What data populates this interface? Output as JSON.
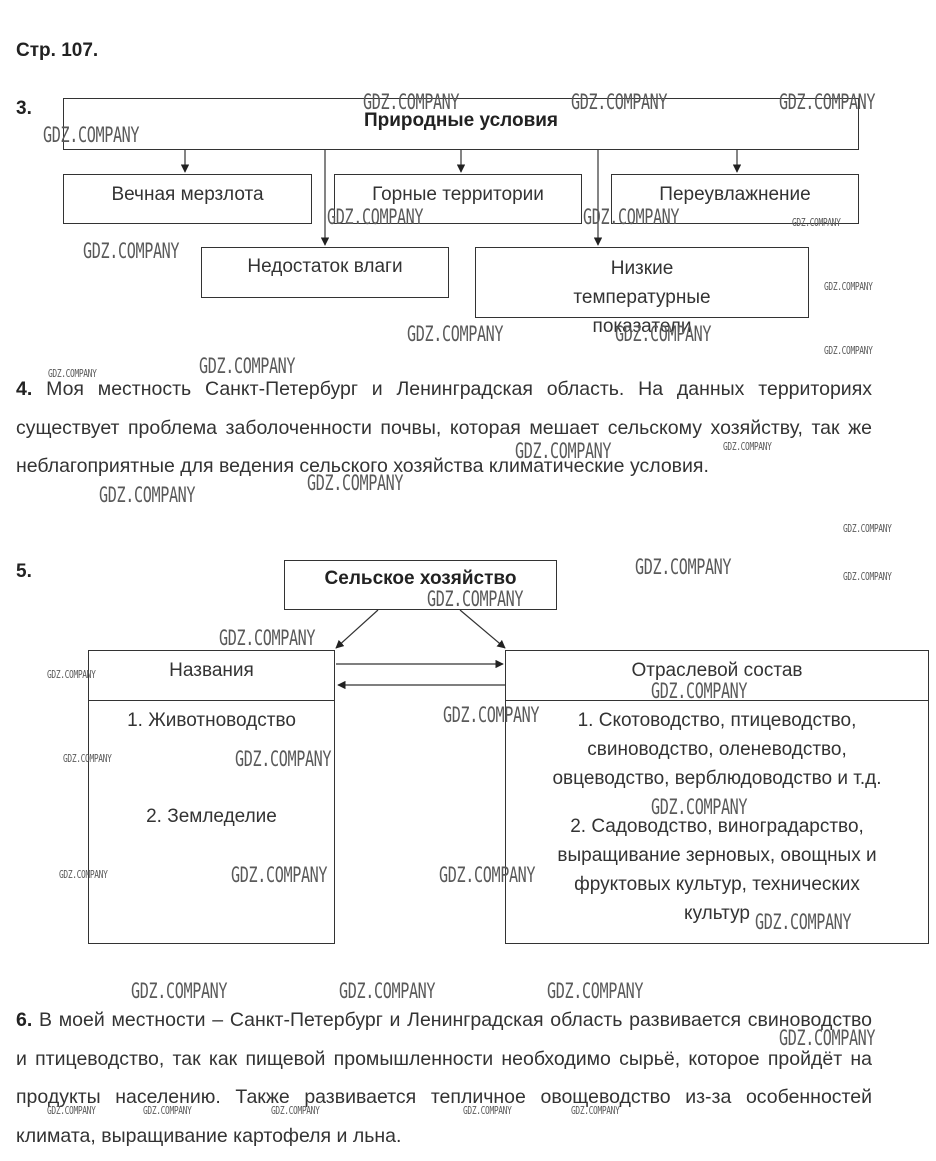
{
  "page_header": "Стр. 107.",
  "task3": {
    "number": "3.",
    "root": "Природные условия",
    "top_items": [
      "Вечная мерзлота",
      "Горные территории",
      "Переувлажнение"
    ],
    "bottom_items": [
      "Недостаток влаги",
      "Низкие температурные показатели"
    ]
  },
  "task4": {
    "number": "4.",
    "text": "Моя местность Санкт-Петербург и Ленинградская область. На данных территориях существует проблема заболоченности почвы, которая мешает сельскому хозяйству, так же неблагоприятные для ведения сельского хозяйства климатические условия."
  },
  "task5": {
    "number": "5.",
    "root": "Сельское хозяйство",
    "left_header": "Названия",
    "right_header": "Отраслевой состав",
    "left_items": [
      "1. Животноводство",
      "2. Земледелие"
    ],
    "right_item1_lines": [
      "1. Скотоводство, птицеводство,",
      "свиноводство, оленеводство,",
      "овцеводство, верблюдоводство и т.д."
    ],
    "right_item2_lines": [
      "2. Садоводство, виноградарство,",
      "выращивание зерновых, овощных и",
      "фруктовых культур, технических",
      "культур"
    ]
  },
  "task6": {
    "number": "6.",
    "text": "В моей местности – Санкт-Петербург и Ленинградская область развивается свиноводство и птицеводство, так как пищевой промышленности необходимо сырьё, которое пройдёт на продукты населению. Также развивается тепличное овощеводство из-за особенностей климата, выращивание картофеля и льна."
  },
  "watermark": "GDZ.COMPANY"
}
